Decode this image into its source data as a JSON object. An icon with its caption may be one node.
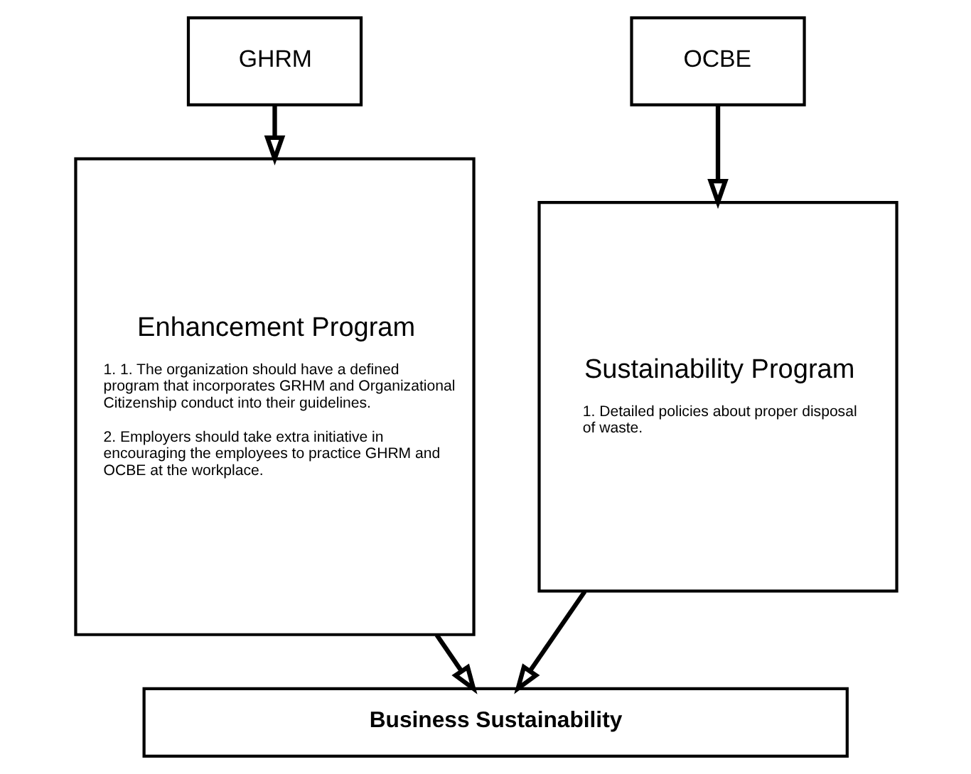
{
  "diagram": {
    "nodes": [
      {
        "text": [
          "GHRM"
        ]
      },
      {
        "text": [
          "OCBE"
        ]
      },
      {
        "text": [
          "Enhancement Program",
          "1. 1. The organization should have a defined program that incorporates GRHM and Organizational Citizenship conduct into their guidelines.",
          "2. Employers should take extra initiative in encouraging the employees to practice GHRM and OCBE at the workplace."
        ]
      },
      {
        "text": [
          "Sustainability Program",
          "1. Detailed policies about proper disposal of waste."
        ]
      },
      {
        "text": [
          "Business Sustainability"
        ]
      }
    ],
    "edges": [
      {
        "from": 0,
        "to": 2,
        "arrow": "to"
      },
      {
        "from": 1,
        "to": 3,
        "arrow": "to"
      },
      {
        "from": 2,
        "to": 4,
        "arrow": "to"
      },
      {
        "from": 3,
        "to": 4,
        "arrow": "to"
      }
    ]
  }
}
